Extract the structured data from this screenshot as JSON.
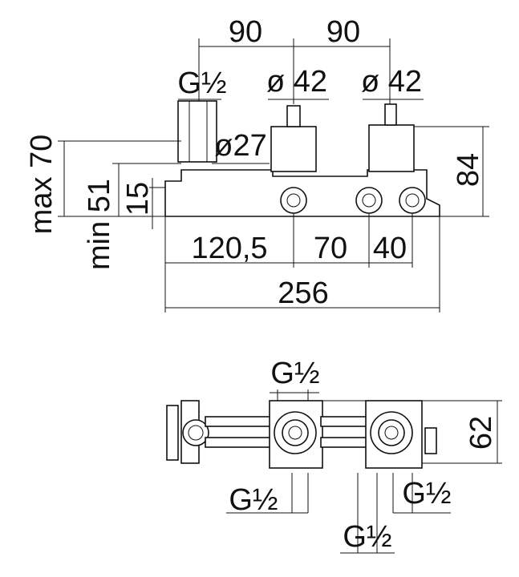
{
  "top_view": {
    "dim_90_left": "90",
    "dim_90_right": "90",
    "thread_top": "G½",
    "dia_42_left": "ø 42",
    "dia_42_right": "ø 42",
    "dia_27": "ø27",
    "max_70": "max 70",
    "min_51": "min 51",
    "dim_15": "15",
    "dim_84": "84",
    "dim_120_5": "120,5",
    "dim_70": "70",
    "dim_40": "40",
    "dim_256": "256"
  },
  "bottom_view": {
    "thread_top": "G½",
    "dim_62": "62",
    "thread_left": "G½",
    "thread_right": "G½",
    "thread_bottom": "G½"
  }
}
